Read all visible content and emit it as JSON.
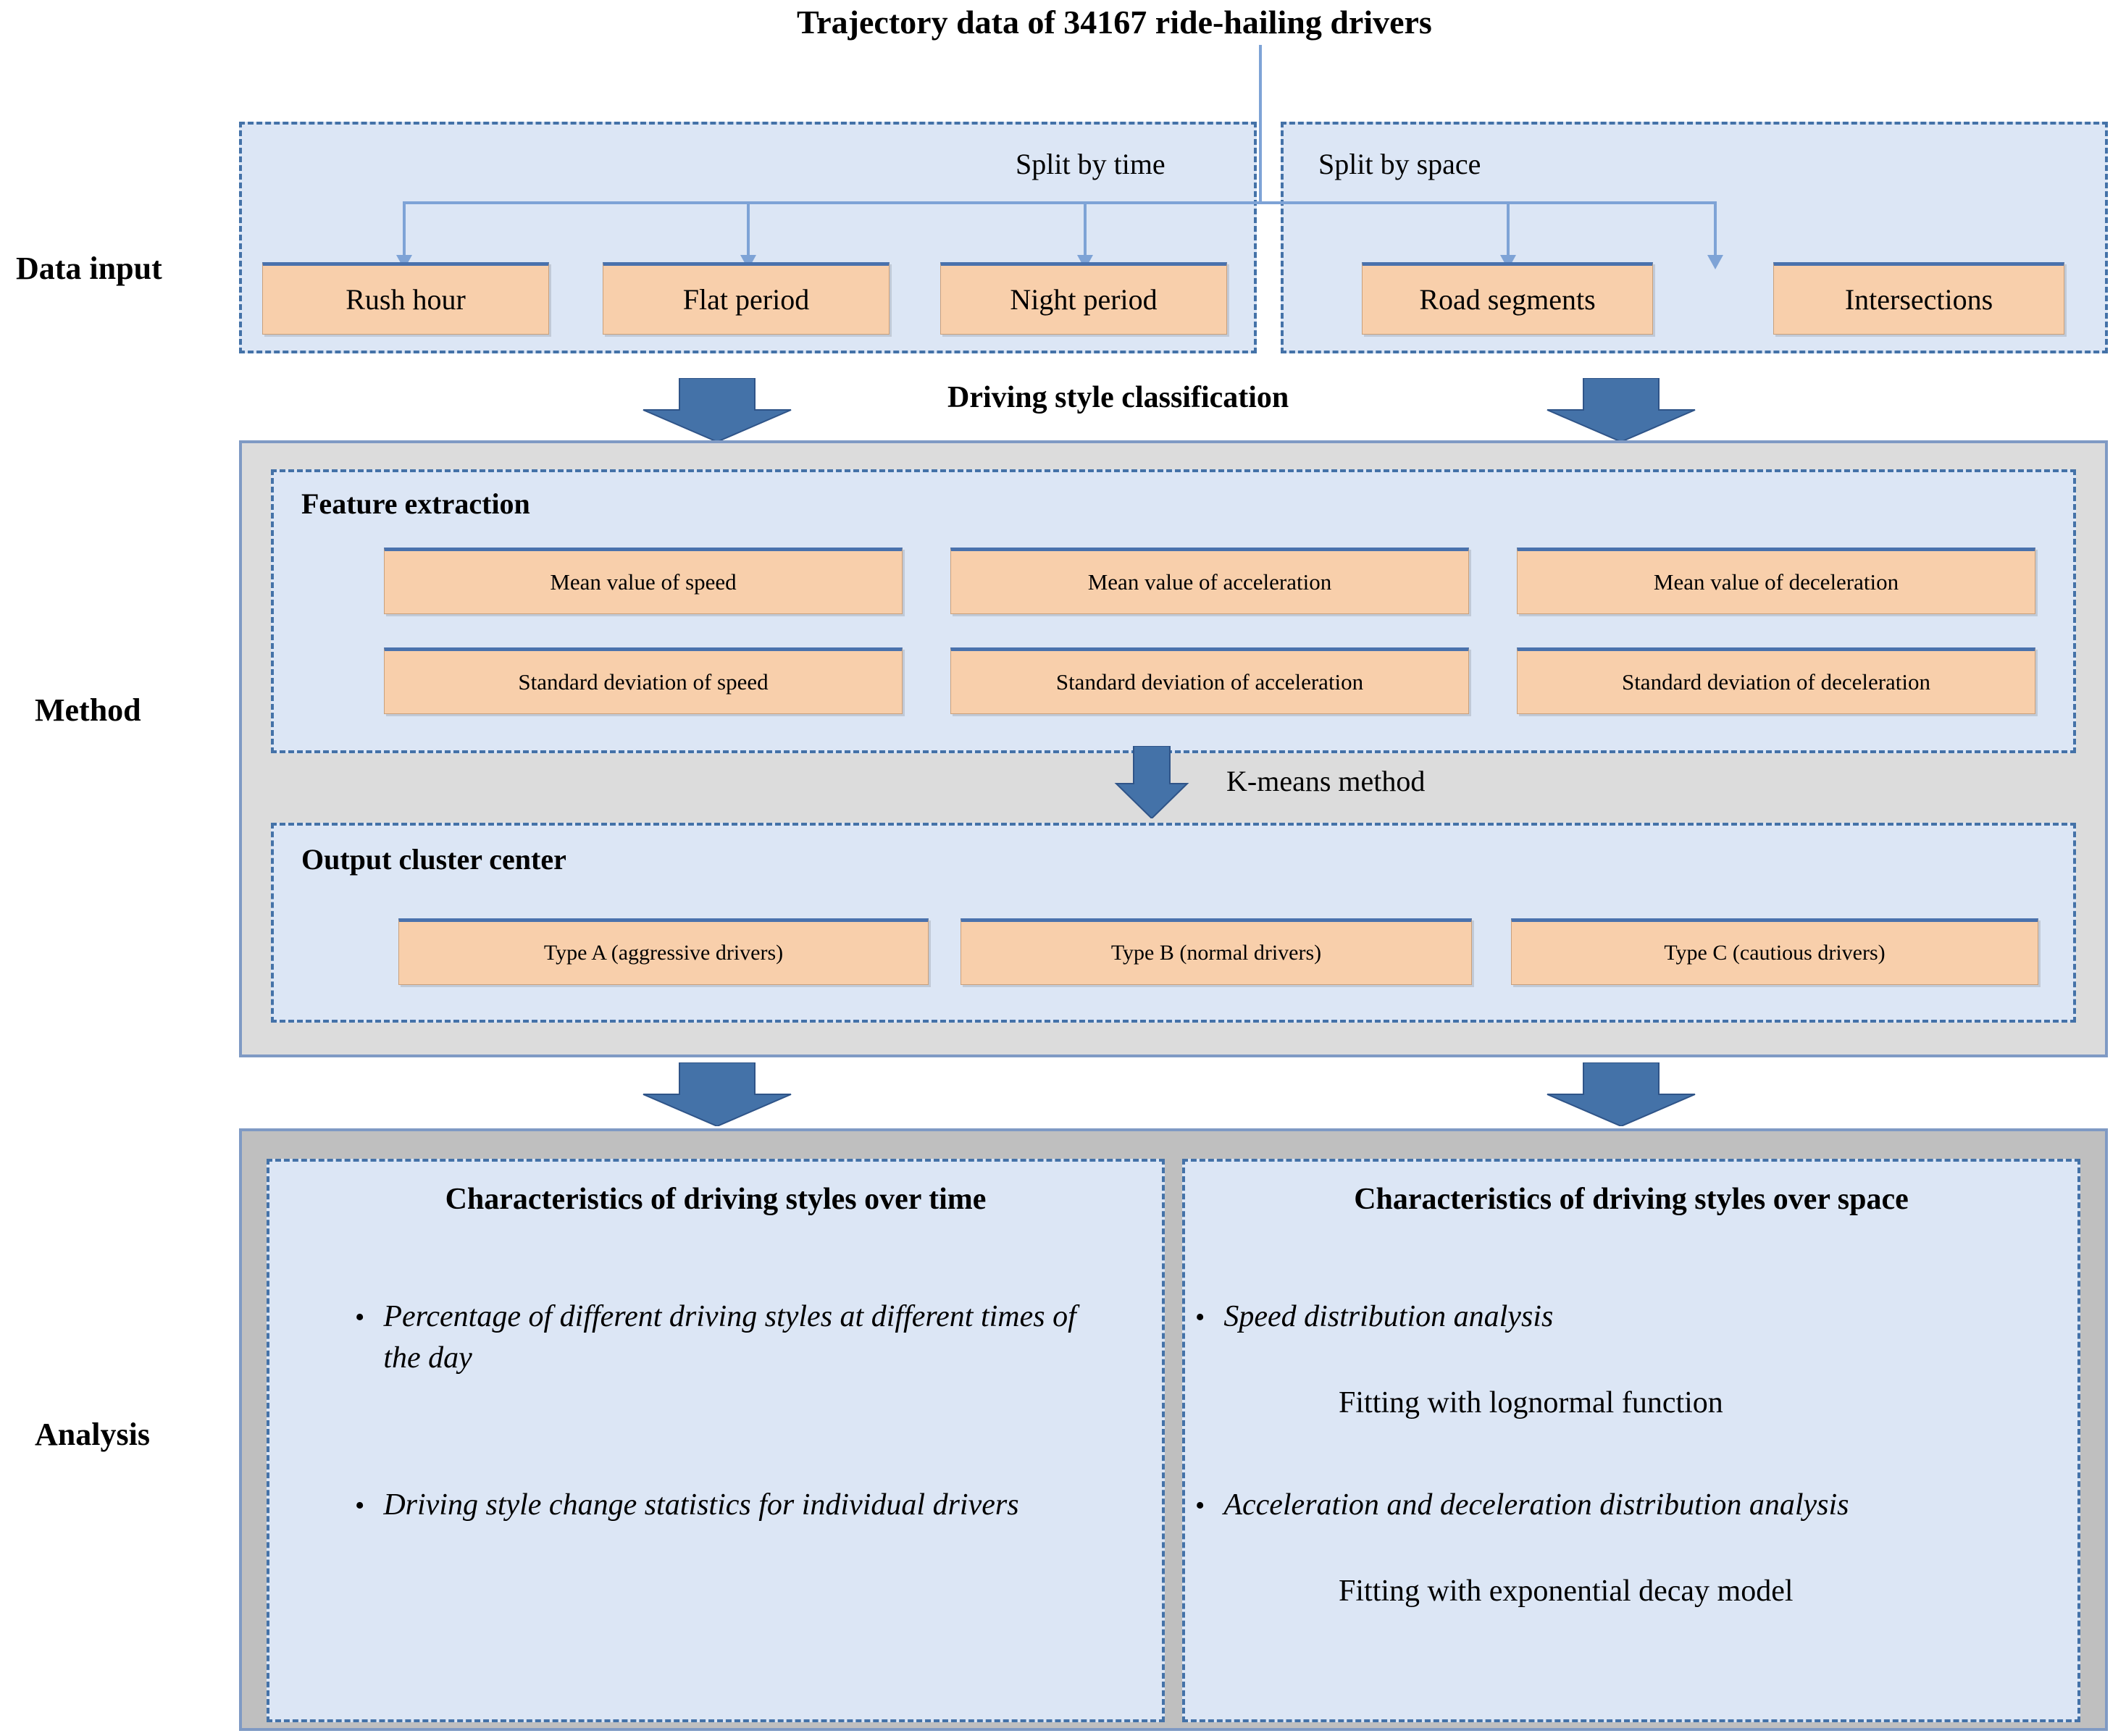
{
  "title": "Trajectory data of 34167 ride-hailing drivers",
  "row_labels": {
    "data_input": "Data input",
    "method": "Method",
    "analysis": "Analysis"
  },
  "data_input": {
    "split_by_time": {
      "label": "Split by time",
      "boxes": [
        {
          "label": "Rush hour"
        },
        {
          "label": "Flat period"
        },
        {
          "label": "Night period"
        }
      ]
    },
    "split_by_space": {
      "label": "Split by space",
      "boxes": [
        {
          "label": "Road segments"
        },
        {
          "label": "Intersections"
        }
      ]
    }
  },
  "classification_label": "Driving style classification",
  "method": {
    "feature_extraction": {
      "heading": "Feature extraction",
      "boxes": [
        {
          "label": "Mean value of speed"
        },
        {
          "label": "Mean value of acceleration"
        },
        {
          "label": "Mean value of deceleration"
        },
        {
          "label": "Standard  deviation  of speed"
        },
        {
          "label": "Standard  deviation  of acceleration"
        },
        {
          "label": "Standard  deviation  of deceleration"
        }
      ]
    },
    "kmeans_label": "K-means method",
    "output_cluster_center": {
      "heading": "Output cluster center",
      "boxes": [
        {
          "label": "Type A (aggressive  drivers)"
        },
        {
          "label": "Type B (normal drivers)"
        },
        {
          "label": "Type C (cautious drivers)"
        }
      ]
    }
  },
  "analysis": {
    "time_panel": {
      "title": "Characteristics of driving styles over time",
      "bullets": [
        {
          "text": "Percentage of different driving styles at different times of the day",
          "sub": ""
        },
        {
          "text": "Driving style change statistics for individual drivers",
          "sub": ""
        }
      ]
    },
    "space_panel": {
      "title": "Characteristics of driving styles over space",
      "bullets": [
        {
          "text": "Speed distribution analysis",
          "sub": "Fitting with lognormal function"
        },
        {
          "text": "Acceleration and deceleration distribution analysis",
          "sub": "Fitting with exponential decay model"
        }
      ]
    },
    "bullet_glyph": "•"
  },
  "colors": {
    "panel_fill": "#dce6f5",
    "panel_border": "#4472a8",
    "box_fill": "#f8cfab",
    "box_top_border": "#4a72ad",
    "gray_method": "#dcdcdc",
    "gray_analysis": "#bfbfbf",
    "arrow_blue": "#4472a8",
    "line_blue": "#7ea3d6"
  }
}
